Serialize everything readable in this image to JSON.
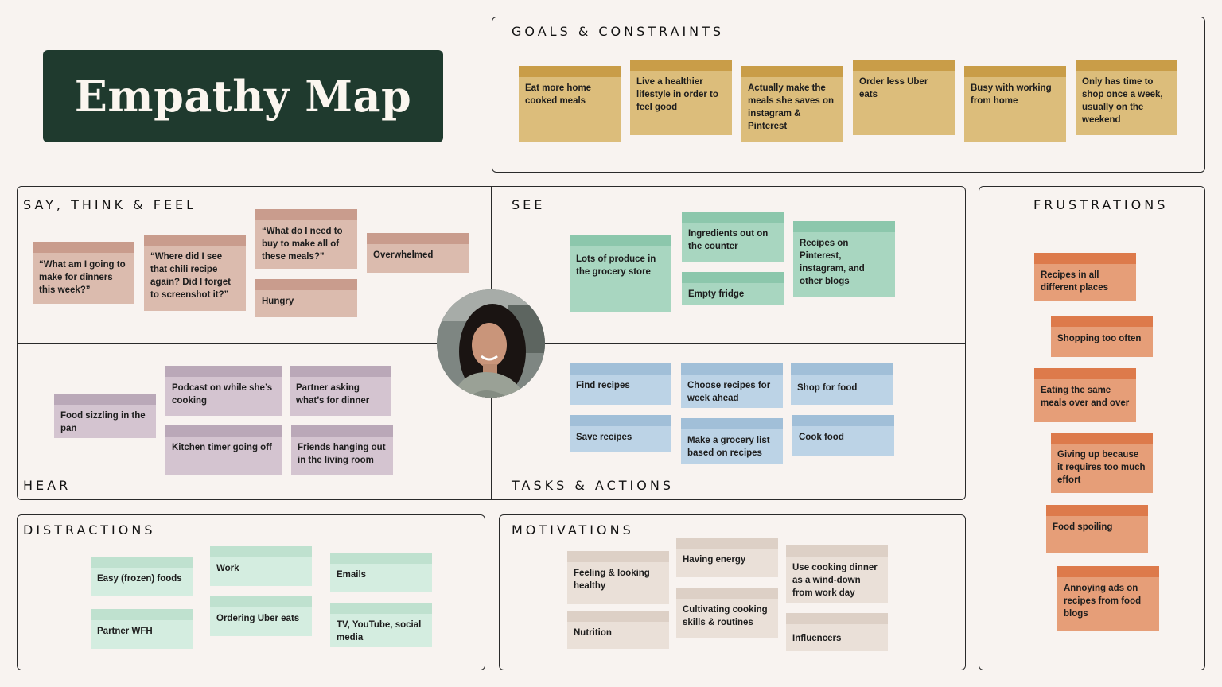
{
  "title": "Empathy Map",
  "sections": {
    "goals": "GOALS & CONSTRAINTS",
    "say": "SAY, THINK & FEEL",
    "see": "SEE",
    "hear": "HEAR",
    "tasks": "TASKS & ACTIONS",
    "frustrations": "FRUSTRATIONS",
    "distractions": "DISTRACTIONS",
    "motivations": "MOTIVATIONS"
  },
  "notes": {
    "goals": [
      "Eat more home cooked meals",
      "Live a healthier lifestyle in order to feel good",
      "Actually make the meals she saves on instagram & Pinterest",
      "Order less Uber eats",
      "Busy with working from home",
      "Only has time to shop once a week, usually on the weekend"
    ],
    "say": [
      "“What am I going to make for dinners this week?”",
      "“Where did I see that chili recipe again? Did I forget to screenshot it?”",
      "“What do I need to buy to make all of these meals?”",
      "Hungry",
      "Overwhelmed"
    ],
    "see": [
      "Lots of produce in the grocery store",
      "Ingredients out on the counter",
      "Empty fridge",
      "Recipes on Pinterest, instagram, and other blogs"
    ],
    "hear": [
      "Food sizzling in the pan",
      "Podcast on while she’s cooking",
      "Kitchen timer going off",
      "Partner asking what’s for dinner",
      "Friends hanging out in the living room"
    ],
    "tasks": [
      "Find recipes",
      "Choose recipes for week ahead",
      "Shop for food",
      "Save recipes",
      "Make a grocery list based on recipes",
      "Cook food"
    ],
    "frustrations": [
      "Recipes in all different places",
      "Shopping too often",
      "Eating the same meals over and over",
      "Giving up because it requires too much effort",
      "Food spoiling",
      "Annoying ads on recipes from food blogs"
    ],
    "distractions": [
      "Easy (frozen) foods",
      "Partner WFH",
      "Work",
      "Ordering Uber eats",
      "Emails",
      "TV, YouTube, social media"
    ],
    "motivations": [
      "Feeling & looking healthy",
      "Nutrition",
      "Having energy",
      "Cultivating cooking skills & routines",
      "Use cooking dinner as a wind-down from work day",
      "Influencers"
    ]
  },
  "colors": {
    "background": "#f8f3f0",
    "title_block": "#1f3a2e",
    "goals": "#dcbd7b",
    "say": "#dbbbae",
    "see": "#a8d6c0",
    "hear": "#d4c4d0",
    "tasks": "#bcd3e6",
    "frustrations": "#e69e78",
    "distractions": "#d4ede0",
    "motivations": "#eae0d8"
  }
}
